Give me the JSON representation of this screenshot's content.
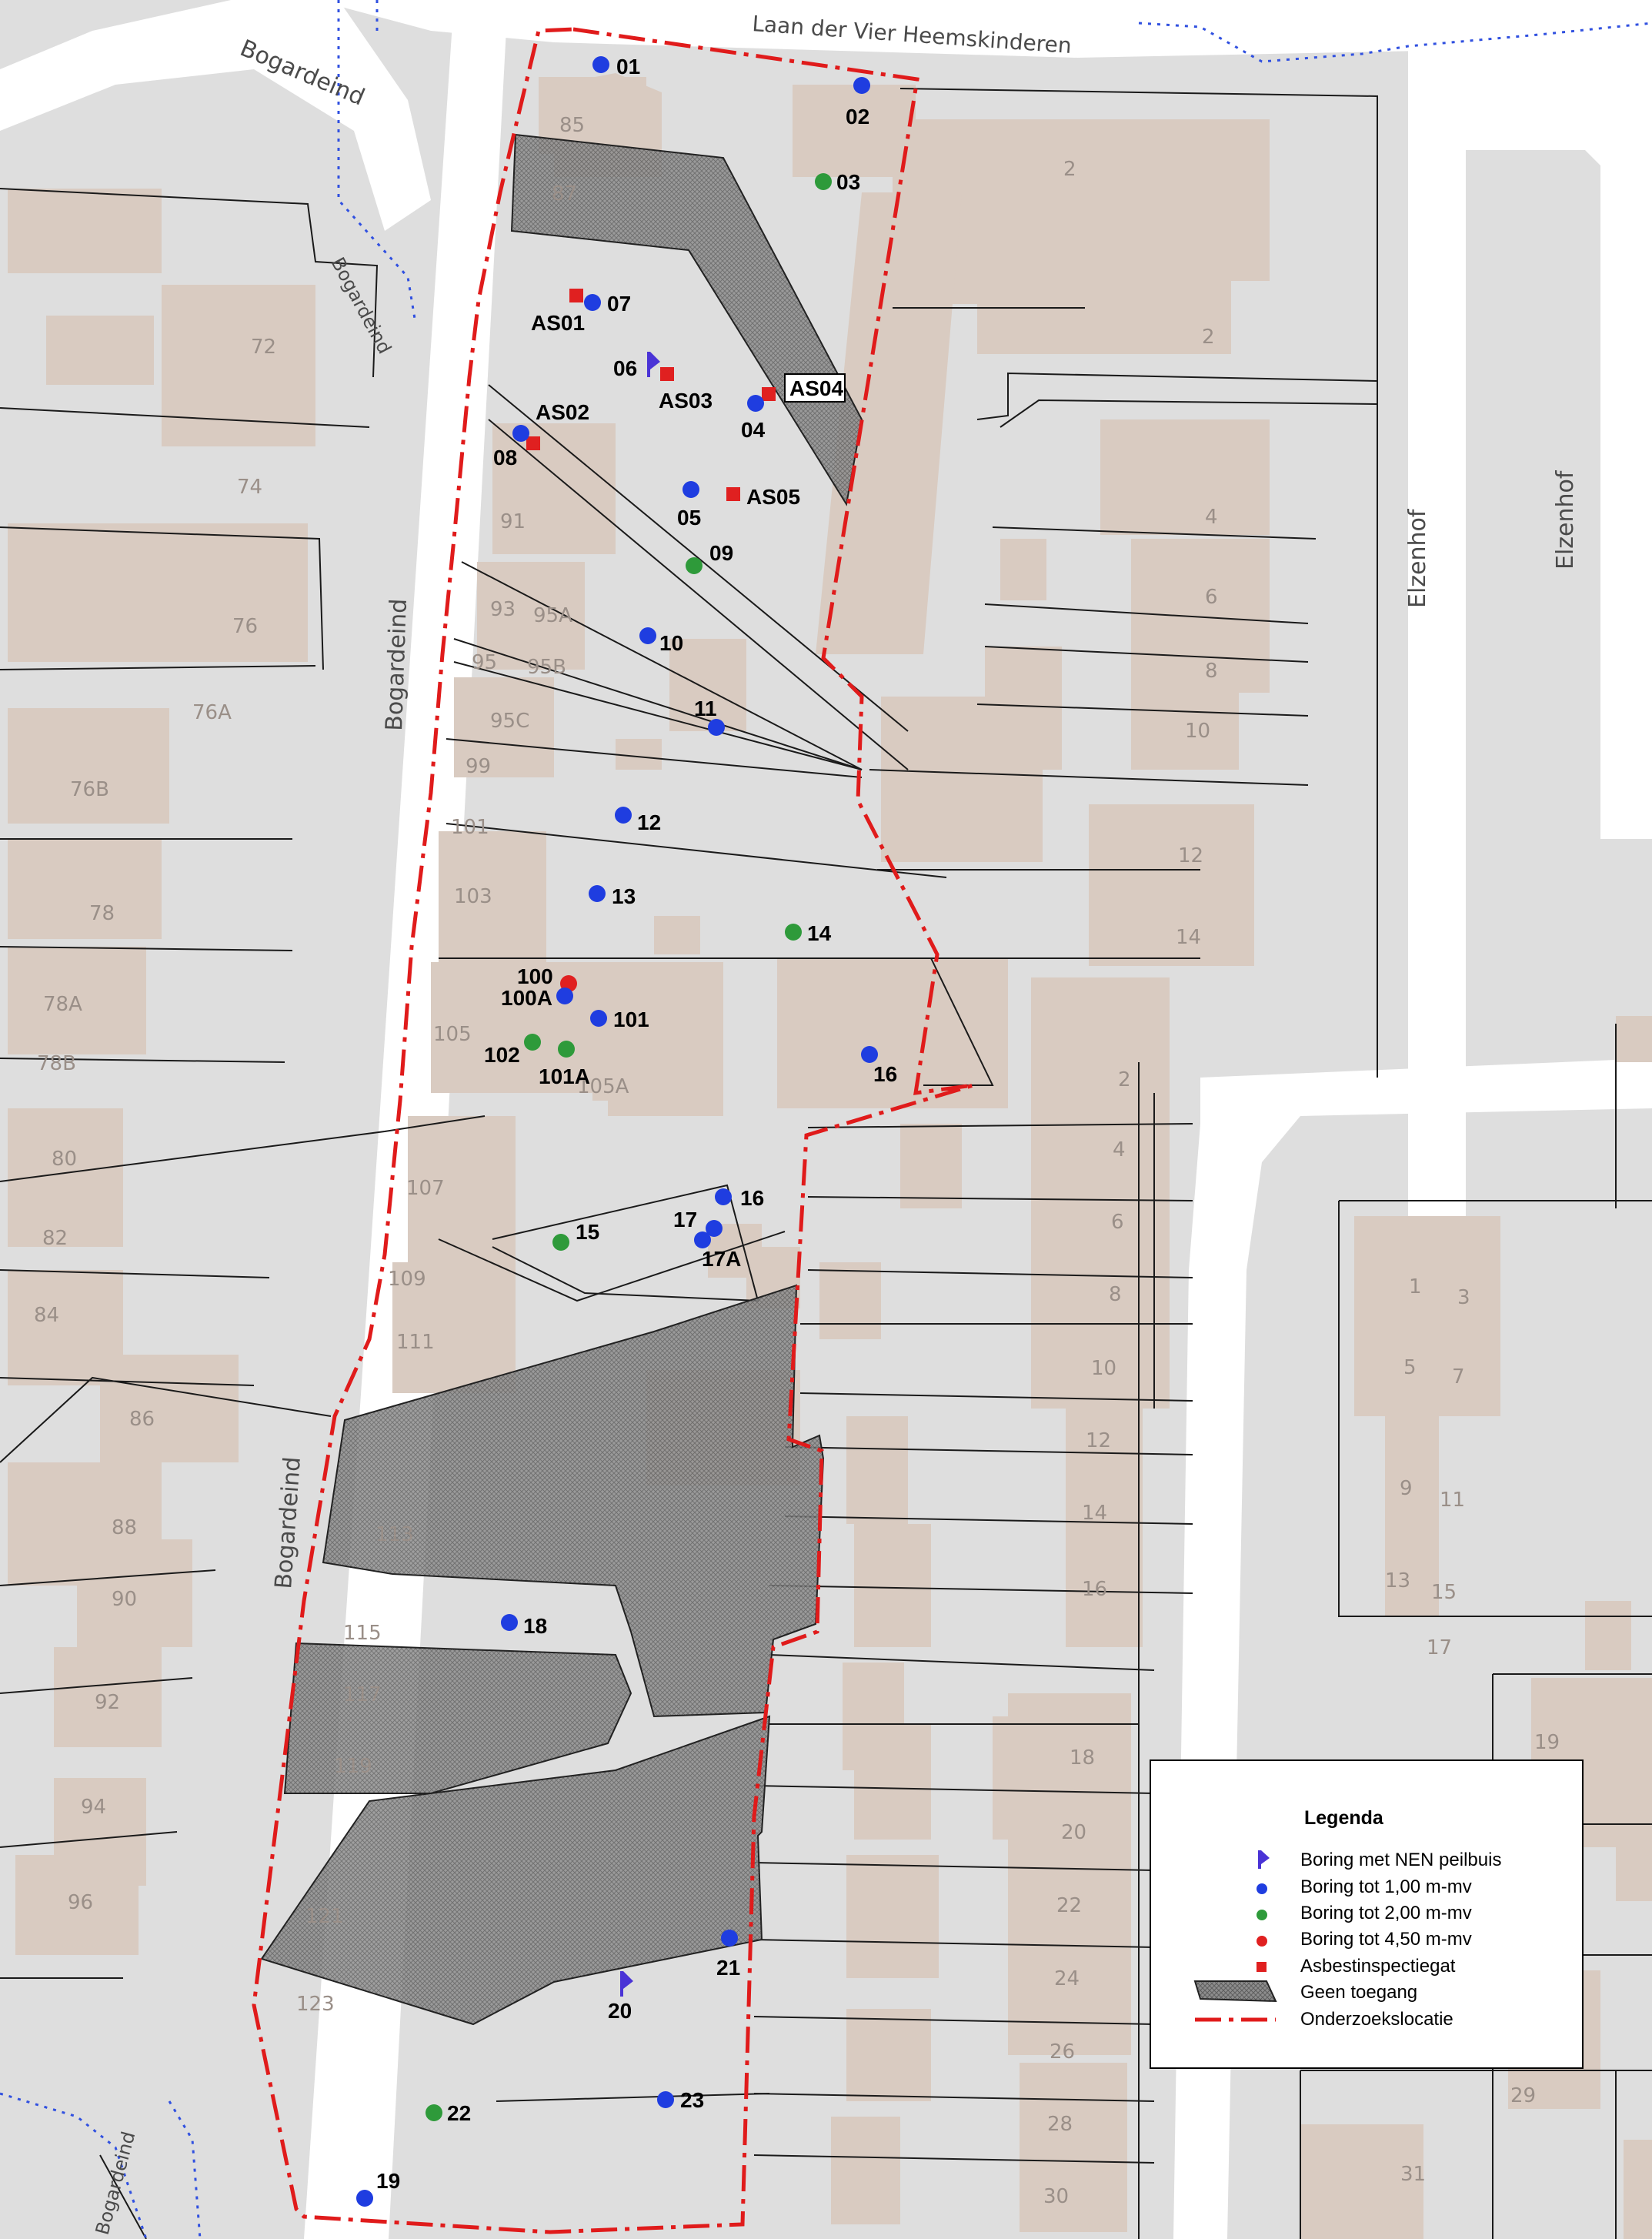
{
  "streets": {
    "bogardeind_top": "Bogardeind",
    "bogardeind_side": "Bogardeind",
    "bogardeind_main": "Bogardeind",
    "bogardeind_lower": "Bogardeind",
    "bogardeind_bottom": "Bogardeind",
    "laan": "Laan der Vier Heemskinderen",
    "elzenhof_1": "Elzenhof",
    "elzenhof_2": "Elzenhof"
  },
  "house_numbers": {
    "n85": "85",
    "n87": "87",
    "n91": "91",
    "n93": "93",
    "n95a": "95A",
    "n95": "95",
    "n95b": "95B",
    "n95c": "95C",
    "n99": "99",
    "n101": "101",
    "n103": "103",
    "n105": "105",
    "n105a": "105A",
    "n107": "107",
    "n109": "109",
    "n111": "111",
    "n113": "113",
    "n115": "115",
    "n117": "117",
    "n119": "119",
    "n121": "121",
    "n123": "123",
    "w72": "72",
    "w74": "74",
    "w76": "76",
    "w76a": "76A",
    "w76b": "76B",
    "w78": "78",
    "w78a": "78A",
    "w78b": "78B",
    "w80": "80",
    "w82": "82",
    "w84": "84",
    "w86": "86",
    "w88": "88",
    "w90": "90",
    "w92": "92",
    "w94": "94",
    "w96": "96",
    "e2a": "2",
    "e2b": "2",
    "e4": "4",
    "e6": "6",
    "e8": "8",
    "e10": "10",
    "e12": "12",
    "e14": "14",
    "s2": "2",
    "s4": "4",
    "s6": "6",
    "s8": "8",
    "s10": "10",
    "s12": "12",
    "s14": "14",
    "s16": "16",
    "s18": "18",
    "s20": "20",
    "s22": "22",
    "s24": "24",
    "s26": "26",
    "s28": "28",
    "s30": "30",
    "f1": "1",
    "f3": "3",
    "f5": "5",
    "f7": "7",
    "f9": "9",
    "f11": "11",
    "f13": "13",
    "f15": "15",
    "f17": "17",
    "f19": "19",
    "f29": "29",
    "f31": "31"
  },
  "points": [
    {
      "label": "01",
      "type": "blue"
    },
    {
      "label": "02",
      "type": "blue"
    },
    {
      "label": "03",
      "type": "green"
    },
    {
      "label": "07",
      "type": "blue"
    },
    {
      "label": "06",
      "type": "peilbuis"
    },
    {
      "label": "04",
      "type": "blue"
    },
    {
      "label": "08",
      "type": "blue"
    },
    {
      "label": "05",
      "type": "blue"
    },
    {
      "label": "09",
      "type": "green"
    },
    {
      "label": "10",
      "type": "blue"
    },
    {
      "label": "11",
      "type": "blue"
    },
    {
      "label": "12",
      "type": "blue"
    },
    {
      "label": "13",
      "type": "blue"
    },
    {
      "label": "14",
      "type": "green"
    },
    {
      "label": "100",
      "type": "red"
    },
    {
      "label": "100A",
      "type": "blue"
    },
    {
      "label": "101",
      "type": "blue"
    },
    {
      "label": "102",
      "type": "green"
    },
    {
      "label": "101A",
      "type": "green"
    },
    {
      "label": "16",
      "type": "blue"
    },
    {
      "label": "16",
      "type": "blue"
    },
    {
      "label": "17",
      "type": "blue"
    },
    {
      "label": "17A",
      "type": "blue"
    },
    {
      "label": "15",
      "type": "green"
    },
    {
      "label": "18",
      "type": "blue"
    },
    {
      "label": "21",
      "type": "blue"
    },
    {
      "label": "20",
      "type": "peilbuis"
    },
    {
      "label": "23",
      "type": "blue"
    },
    {
      "label": "22",
      "type": "green"
    },
    {
      "label": "19",
      "type": "blue"
    }
  ],
  "asbestos": [
    {
      "label": "AS01"
    },
    {
      "label": "AS03"
    },
    {
      "label": "AS04"
    },
    {
      "label": "AS02"
    },
    {
      "label": "AS05"
    }
  ],
  "legend": {
    "title": "Legenda",
    "items": [
      "Boring met NEN peilbuis",
      "Boring tot 1,00 m-mv",
      "Boring tot 2,00 m-mv",
      "Boring tot 4,50 m-mv",
      "Asbestinspectiegat",
      "Geen toegang",
      "Onderzoekslocatie"
    ]
  },
  "colors": {
    "background": "#dedede",
    "road": "#ffffff",
    "building": "#d9cbc1",
    "blue": "#1f3de0",
    "green": "#2e9a3a",
    "red": "#e02020",
    "boundary": "#e01b1b",
    "footpath": "#3050e0",
    "peilbuis": "#4a33d6"
  }
}
